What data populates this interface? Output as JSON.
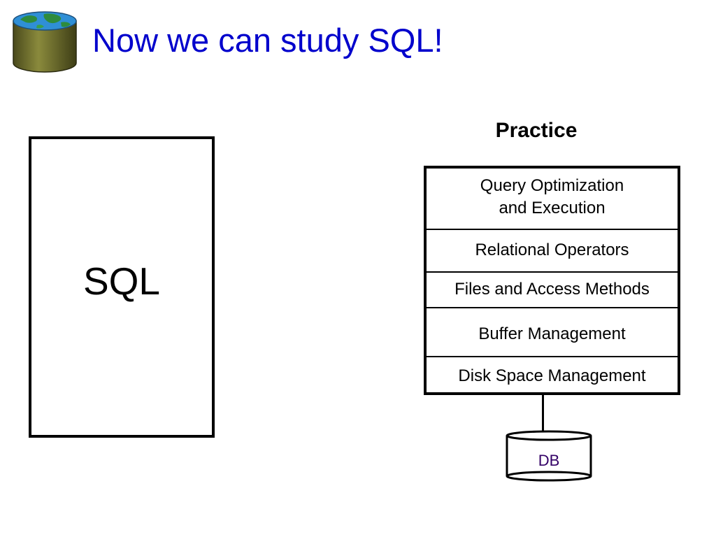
{
  "slide": {
    "title": "Now we can study SQL!",
    "title_color": "#0000cc"
  },
  "logo": {
    "icon": "globe-database-icon",
    "body_color": "#6b6b2a",
    "top_color": "#2f8fd6",
    "land_color": "#2e8b3d"
  },
  "left_panel": {
    "label": "SQL"
  },
  "practice": {
    "heading": "Practice",
    "layers": [
      {
        "lines": [
          "Query Optimization",
          "and Execution"
        ]
      },
      {
        "lines": [
          "Relational Operators"
        ]
      },
      {
        "lines": [
          "Files and Access Methods"
        ]
      },
      {
        "lines": [
          "Buffer Management"
        ]
      },
      {
        "lines": [
          "Disk Space Management"
        ]
      }
    ]
  },
  "database": {
    "label": "DB",
    "label_color": "#330066",
    "icon": "database-cylinder-icon"
  }
}
